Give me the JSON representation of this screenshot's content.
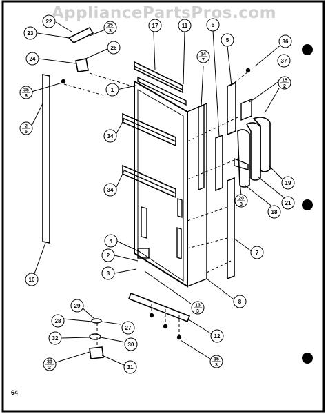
{
  "watermark": "AppliancePartsPros.com",
  "page_number": "64",
  "callouts": [
    {
      "id": "c22",
      "label": "22"
    },
    {
      "id": "c25",
      "num": "25",
      "den": "3"
    },
    {
      "id": "c23",
      "label": "23"
    },
    {
      "id": "c26",
      "label": "26"
    },
    {
      "id": "c24",
      "label": "24"
    },
    {
      "id": "c35",
      "num": "35",
      "den": "6"
    },
    {
      "id": "c1",
      "label": "1"
    },
    {
      "id": "c2f",
      "num": "2",
      "den": "5"
    },
    {
      "id": "c17",
      "label": "17"
    },
    {
      "id": "c11",
      "label": "11"
    },
    {
      "id": "c6",
      "label": "6"
    },
    {
      "id": "c5",
      "label": "5"
    },
    {
      "id": "c36",
      "label": "36"
    },
    {
      "id": "c14",
      "num": "14",
      "den": "7"
    },
    {
      "id": "c37",
      "label": "37"
    },
    {
      "id": "c15a",
      "num": "15",
      "den": "2"
    },
    {
      "id": "c34a",
      "label": "34"
    },
    {
      "id": "c34b",
      "label": "34"
    },
    {
      "id": "c20",
      "num": "20",
      "den": "3"
    },
    {
      "id": "c18",
      "label": "18"
    },
    {
      "id": "c21",
      "label": "21"
    },
    {
      "id": "c19",
      "label": "19"
    },
    {
      "id": "c7",
      "label": "7"
    },
    {
      "id": "c4",
      "label": "4"
    },
    {
      "id": "c2",
      "label": "2"
    },
    {
      "id": "c3",
      "label": "3"
    },
    {
      "id": "c10",
      "label": "10"
    },
    {
      "id": "c8",
      "label": "8"
    },
    {
      "id": "c13",
      "num": "13",
      "den": "3"
    },
    {
      "id": "c12",
      "label": "12"
    },
    {
      "id": "c29",
      "label": "29"
    },
    {
      "id": "c28",
      "label": "28"
    },
    {
      "id": "c27",
      "label": "27"
    },
    {
      "id": "c32",
      "label": "32"
    },
    {
      "id": "c30",
      "label": "30"
    },
    {
      "id": "c33",
      "num": "33",
      "den": "2"
    },
    {
      "id": "c31",
      "label": "31"
    },
    {
      "id": "c15b",
      "num": "15",
      "den": "3"
    }
  ]
}
